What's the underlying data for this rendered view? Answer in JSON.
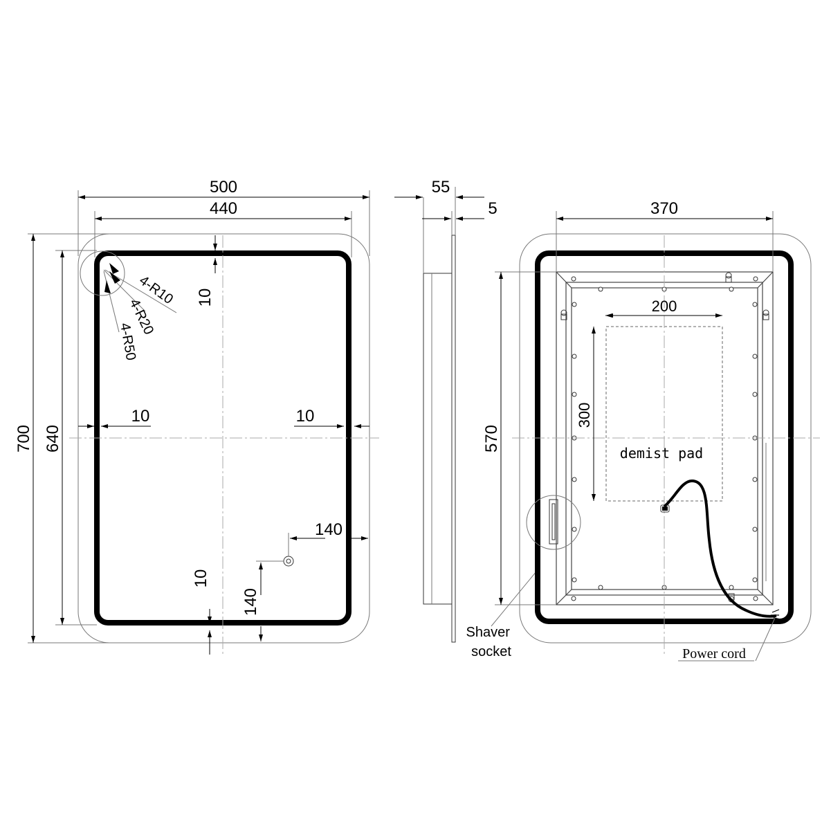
{
  "front_view": {
    "overall_width": "500",
    "led_width": "440",
    "overall_height": "700",
    "led_height": "640",
    "top_inset": "10",
    "left_inset": "10",
    "right_inset": "10",
    "bottom_inset": "10",
    "switch_from_right": "140",
    "switch_from_bottom": "140",
    "radius_labels": [
      "4-R10",
      "4-R20",
      "4-R50"
    ]
  },
  "side_view": {
    "depth": "55",
    "glass_thickness": "5",
    "shaver_socket_label": "Shaver\nsocket"
  },
  "back_view": {
    "frame_width": "370",
    "frame_height": "570",
    "pad_width": "200",
    "pad_height": "300",
    "demist_pad_label": "demist pad",
    "power_cord_label": "Power cord"
  }
}
